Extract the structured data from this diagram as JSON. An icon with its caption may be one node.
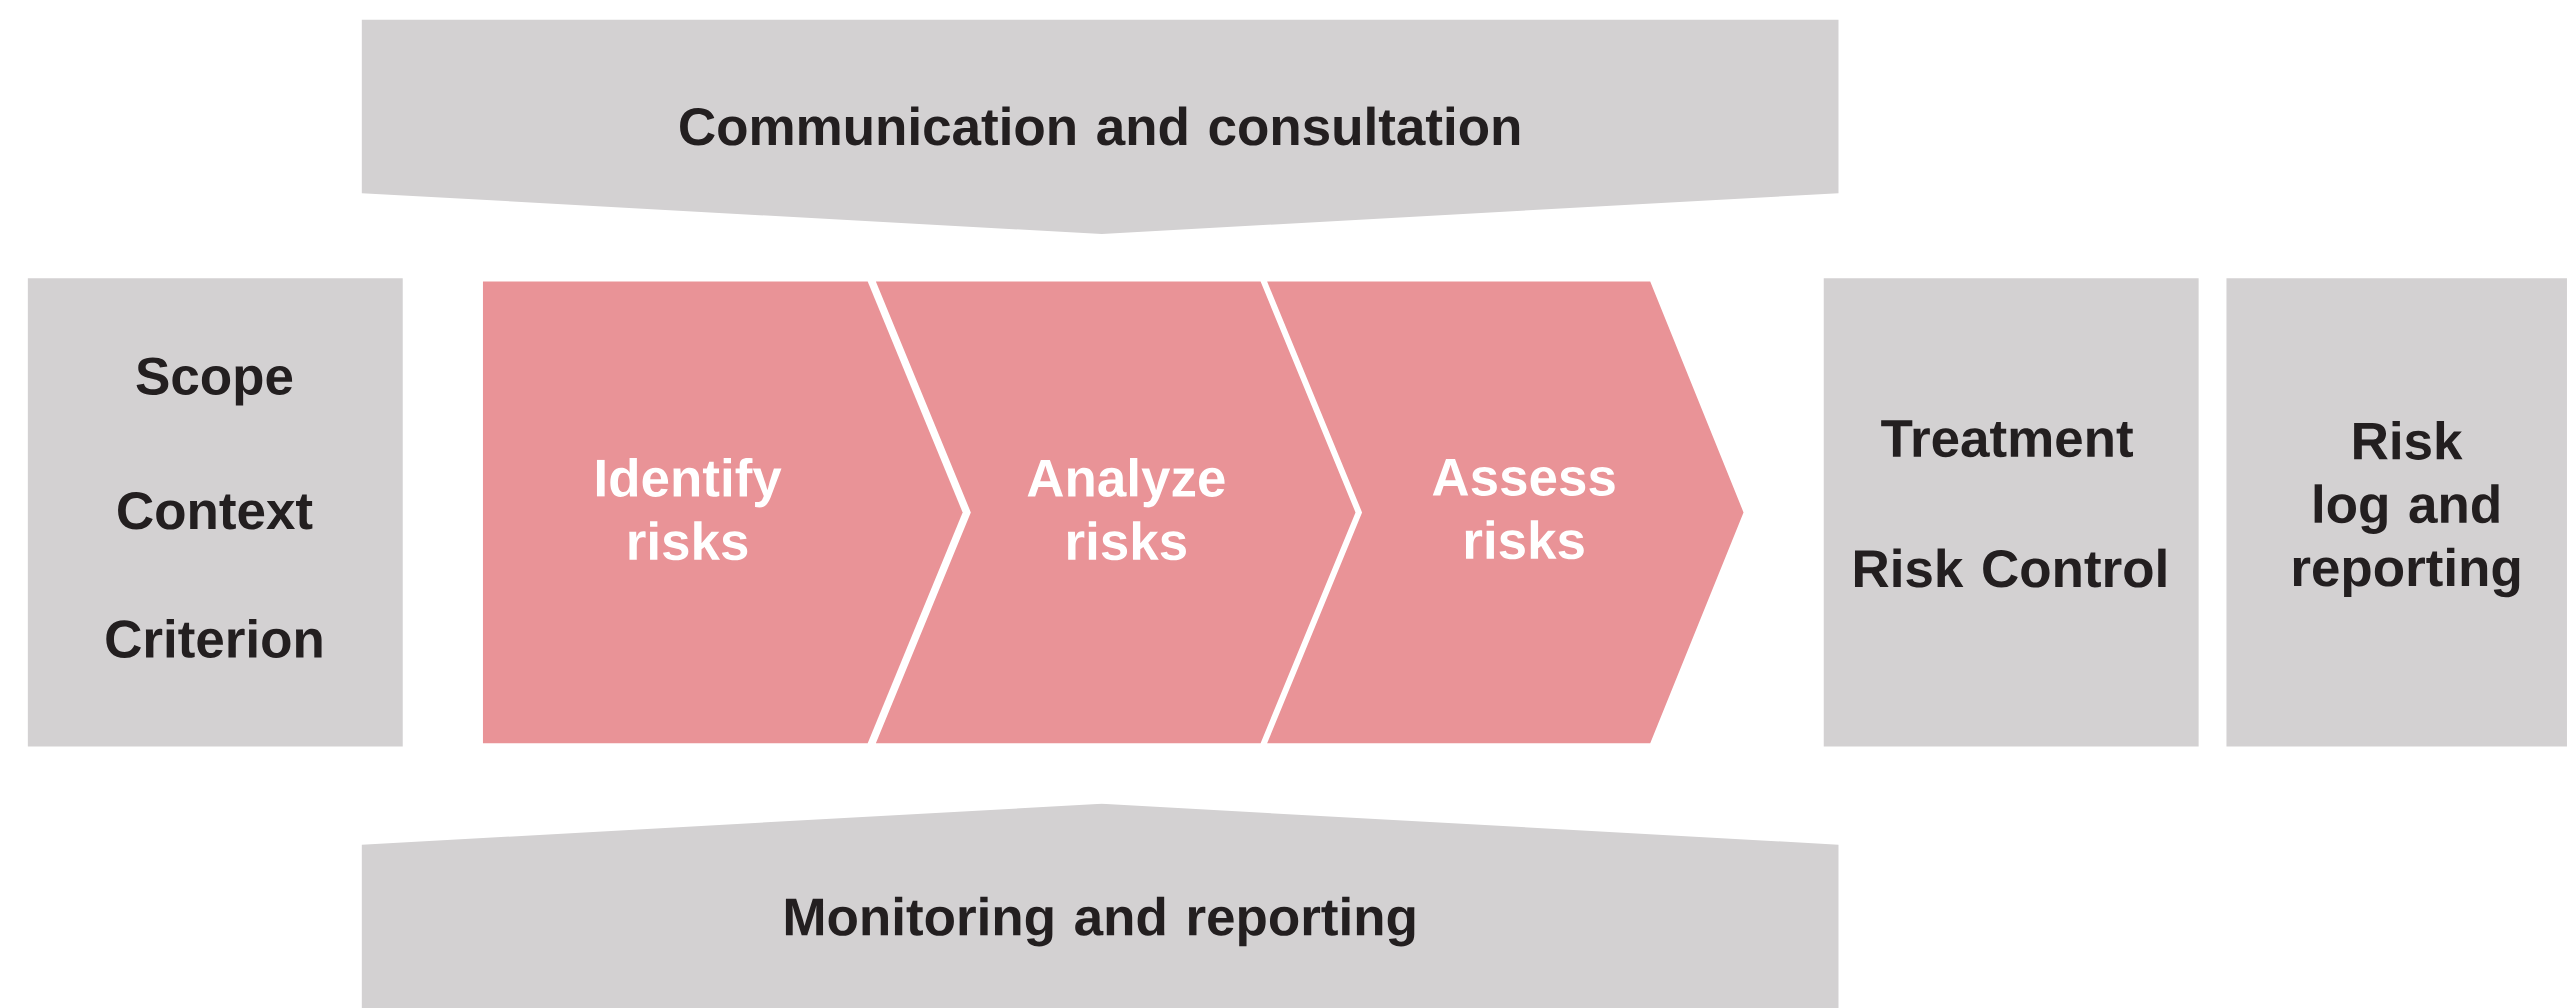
{
  "diagram": {
    "nodes": [
      {
        "text": [
          "Communication and consultation"
        ]
      },
      {
        "text": [
          "Scope",
          "Context",
          "Criterion"
        ]
      },
      {
        "text": [
          "Identify risks"
        ]
      },
      {
        "text": [
          "Analyze risks"
        ]
      },
      {
        "text": [
          "Assess risks"
        ]
      },
      {
        "text": [
          "Treatment",
          "Risk Control"
        ]
      },
      {
        "text": [
          "Risk log and reporting"
        ]
      },
      {
        "text": [
          "Monitoring and reporting"
        ]
      }
    ]
  }
}
